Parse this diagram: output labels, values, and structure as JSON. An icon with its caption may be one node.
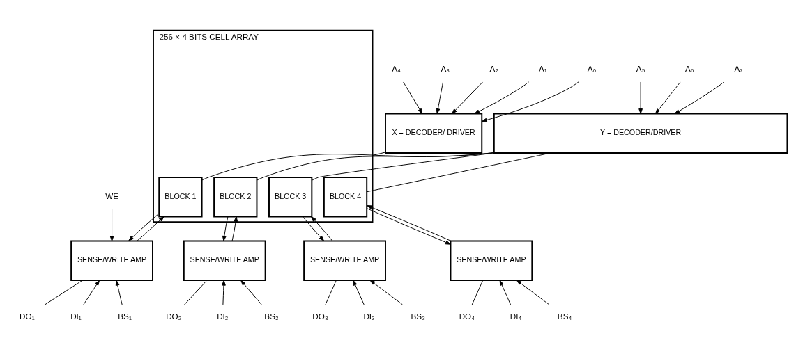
{
  "diagram": {
    "nodes": [
      {
        "text": [
          "A₅"
        ]
      },
      {
        "text": [
          "A₆"
        ]
      },
      {
        "text": [
          "A₇"
        ]
      },
      {
        "text": [
          "Y = DECODER/DRIVER"
        ]
      },
      {
        "text": [
          "A₄"
        ]
      },
      {
        "text": [
          "A₃"
        ]
      },
      {
        "text": [
          "A₂"
        ]
      },
      {
        "text": [
          "A₁"
        ]
      },
      {
        "text": [
          "A₀"
        ]
      },
      {
        "text": [
          "X = DECODER/ DRIVER"
        ]
      },
      {
        "text": [
          "256 × 4 BITS CELL ARRAY"
        ]
      },
      {
        "text": [
          "BLOCK 1"
        ],
        "in": 10
      },
      {
        "text": [
          "BLOCK 2"
        ],
        "in": 10
      },
      {
        "text": [
          "BLOCK 3"
        ],
        "in": 10
      },
      {
        "text": [
          "BLOCK 4"
        ],
        "in": 10
      },
      {
        "text": [
          "WE"
        ]
      },
      {
        "text": [
          "SENSE/WRITE AMP"
        ]
      },
      {
        "text": [
          "SENSE/WRITE AMP"
        ]
      },
      {
        "text": [
          "SENSE/WRITE AMP"
        ]
      },
      {
        "text": [
          "SENSE/WRITE AMP"
        ]
      },
      {
        "text": [
          "DO₁"
        ]
      },
      {
        "text": [
          "DI₁"
        ]
      },
      {
        "text": [
          "BS₁"
        ]
      },
      {
        "text": [
          "DO₂"
        ]
      },
      {
        "text": [
          "DI₂"
        ]
      },
      {
        "text": [
          "BS₂"
        ]
      },
      {
        "text": [
          "DO₃"
        ]
      },
      {
        "text": [
          "DI₃"
        ]
      },
      {
        "text": [
          "BS₃"
        ]
      },
      {
        "text": [
          "DO₄"
        ]
      },
      {
        "text": [
          "DI₄"
        ]
      },
      {
        "text": [
          "BS₄"
        ]
      }
    ],
    "edges": [
      {
        "from": 0,
        "to": 3,
        "arrow": "to"
      },
      {
        "from": 1,
        "to": 3,
        "arrow": "to"
      },
      {
        "from": 2,
        "to": 3,
        "arrow": "to"
      },
      {
        "from": 4,
        "to": 9,
        "arrow": "to"
      },
      {
        "from": 5,
        "to": 9,
        "arrow": "to"
      },
      {
        "from": 6,
        "to": 9,
        "arrow": "to"
      },
      {
        "from": 7,
        "to": 9,
        "arrow": "to"
      },
      {
        "from": 8,
        "to": 9,
        "arrow": "to"
      },
      {
        "from": 9,
        "to": 10,
        "arrow": "none"
      },
      {
        "from": 3,
        "to": 11,
        "arrow": "none"
      },
      {
        "from": 3,
        "to": 12,
        "arrow": "none"
      },
      {
        "from": 3,
        "to": 13,
        "arrow": "none"
      },
      {
        "from": 3,
        "to": 14,
        "arrow": "none"
      },
      {
        "from": 11,
        "to": 16,
        "arrow": "to"
      },
      {
        "from": 16,
        "to": 11,
        "arrow": "to"
      },
      {
        "from": 12,
        "to": 17,
        "arrow": "to"
      },
      {
        "from": 17,
        "to": 12,
        "arrow": "to"
      },
      {
        "from": 13,
        "to": 18,
        "arrow": "to"
      },
      {
        "from": 18,
        "to": 13,
        "arrow": "to"
      },
      {
        "from": 14,
        "to": 19,
        "arrow": "to"
      },
      {
        "from": 19,
        "to": 14,
        "arrow": "to"
      },
      {
        "from": 15,
        "to": 16,
        "arrow": "to"
      },
      {
        "from": 16,
        "to": 20,
        "arrow": "none"
      },
      {
        "from": 21,
        "to": 16,
        "arrow": "to"
      },
      {
        "from": 22,
        "to": 16,
        "arrow": "to"
      },
      {
        "from": 17,
        "to": 23,
        "arrow": "none"
      },
      {
        "from": 24,
        "to": 17,
        "arrow": "to"
      },
      {
        "from": 25,
        "to": 17,
        "arrow": "to"
      },
      {
        "from": 18,
        "to": 26,
        "arrow": "none"
      },
      {
        "from": 27,
        "to": 18,
        "arrow": "to"
      },
      {
        "from": 28,
        "to": 18,
        "arrow": "to"
      },
      {
        "from": 19,
        "to": 29,
        "arrow": "none"
      },
      {
        "from": 30,
        "to": 19,
        "arrow": "to"
      },
      {
        "from": 31,
        "to": 19,
        "arrow": "to"
      }
    ]
  }
}
